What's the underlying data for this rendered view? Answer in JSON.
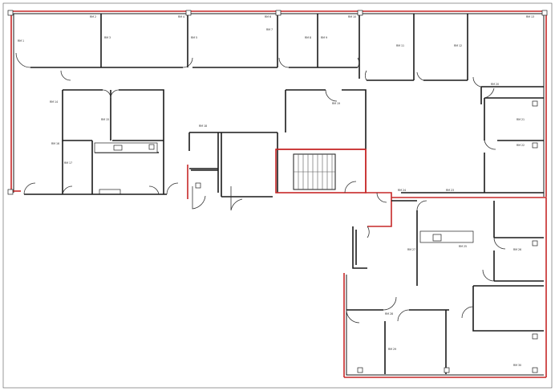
{
  "colors": {
    "walls": "#1a1a1a",
    "fire_rated": "#c62828",
    "background": "#ffffff"
  },
  "rooms": [
    {
      "tag": "RM 1"
    },
    {
      "tag": "RM 2"
    },
    {
      "tag": "RM 3"
    },
    {
      "tag": "RM 4"
    },
    {
      "tag": "RM 5"
    },
    {
      "tag": "RM 6"
    },
    {
      "tag": "RM 7"
    },
    {
      "tag": "RM 8"
    },
    {
      "tag": "RM 9"
    },
    {
      "tag": "RM 10"
    },
    {
      "tag": "RM 11"
    },
    {
      "tag": "RM 12"
    },
    {
      "tag": "RM 13"
    },
    {
      "tag": "RM 14"
    },
    {
      "tag": "RM 15"
    },
    {
      "tag": "RM 16"
    },
    {
      "tag": "RM 17"
    },
    {
      "tag": "RM 18"
    },
    {
      "tag": "RM 19"
    },
    {
      "tag": "RM 20"
    },
    {
      "tag": "RM 21"
    },
    {
      "tag": "RM 22"
    },
    {
      "tag": "RM 23"
    },
    {
      "tag": "RM 24"
    },
    {
      "tag": "RM 25"
    },
    {
      "tag": "RM 26"
    },
    {
      "tag": "RM 27"
    },
    {
      "tag": "RM 28"
    },
    {
      "tag": "RM 29"
    },
    {
      "tag": "RM 30"
    }
  ]
}
